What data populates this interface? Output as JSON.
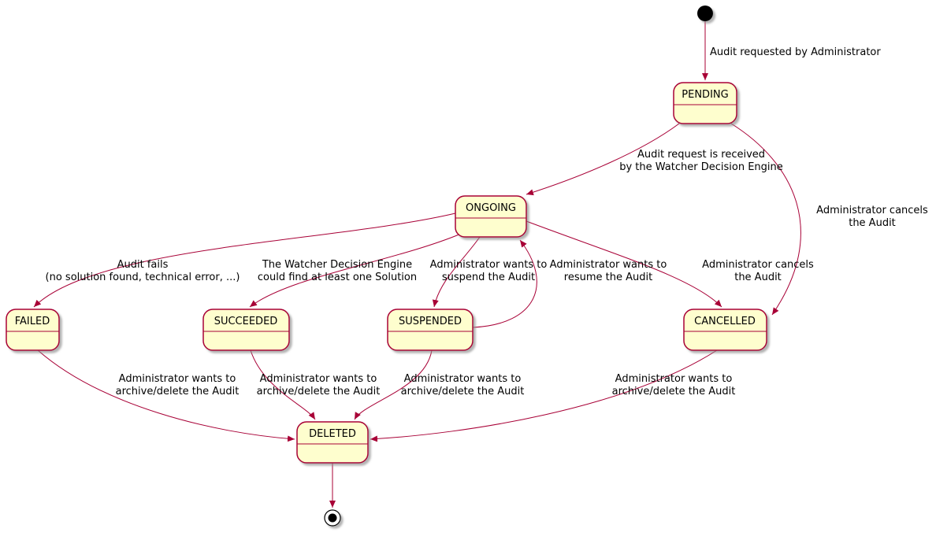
{
  "diagram_type": "state-machine",
  "colors": {
    "background": "#ffffff",
    "state_fill": "#FEFECE",
    "state_border": "#A80036",
    "arrow": "#A80036",
    "label_text": "#000000"
  },
  "states": {
    "pending": "PENDING",
    "ongoing": "ONGOING",
    "failed": "FAILED",
    "succeeded": "SUCCEEDED",
    "suspended": "SUSPENDED",
    "cancelled": "CANCELLED",
    "deleted": "DELETED"
  },
  "transitions": {
    "start_to_pending": {
      "line1": "Audit requested by Administrator"
    },
    "pending_to_ongoing": {
      "line1": "Audit request is received",
      "line2": "by the Watcher Decision Engine"
    },
    "pending_to_cancelled": {
      "line1": "Administrator cancels",
      "line2": "the Audit"
    },
    "ongoing_to_failed": {
      "line1": "Audit fails",
      "line2": "(no solution found, technical error, ...)"
    },
    "ongoing_to_succeeded": {
      "line1": "The Watcher Decision Engine",
      "line2": "could find at least one Solution"
    },
    "ongoing_to_suspended": {
      "line1": "Administrator wants to",
      "line2": "suspend the Audit"
    },
    "suspended_to_ongoing": {
      "line1": "Administrator wants to",
      "line2": "resume the Audit"
    },
    "ongoing_to_cancelled": {
      "line1": "Administrator cancels",
      "line2": "the Audit"
    },
    "failed_to_deleted": {
      "line1": "Administrator wants to",
      "line2": "archive/delete the Audit"
    },
    "succeeded_to_deleted": {
      "line1": "Administrator wants to",
      "line2": "archive/delete the Audit"
    },
    "suspended_to_deleted": {
      "line1": "Administrator wants to",
      "line2": "archive/delete the Audit"
    },
    "cancelled_to_deleted": {
      "line1": "Administrator wants to",
      "line2": "archive/delete the Audit"
    }
  }
}
